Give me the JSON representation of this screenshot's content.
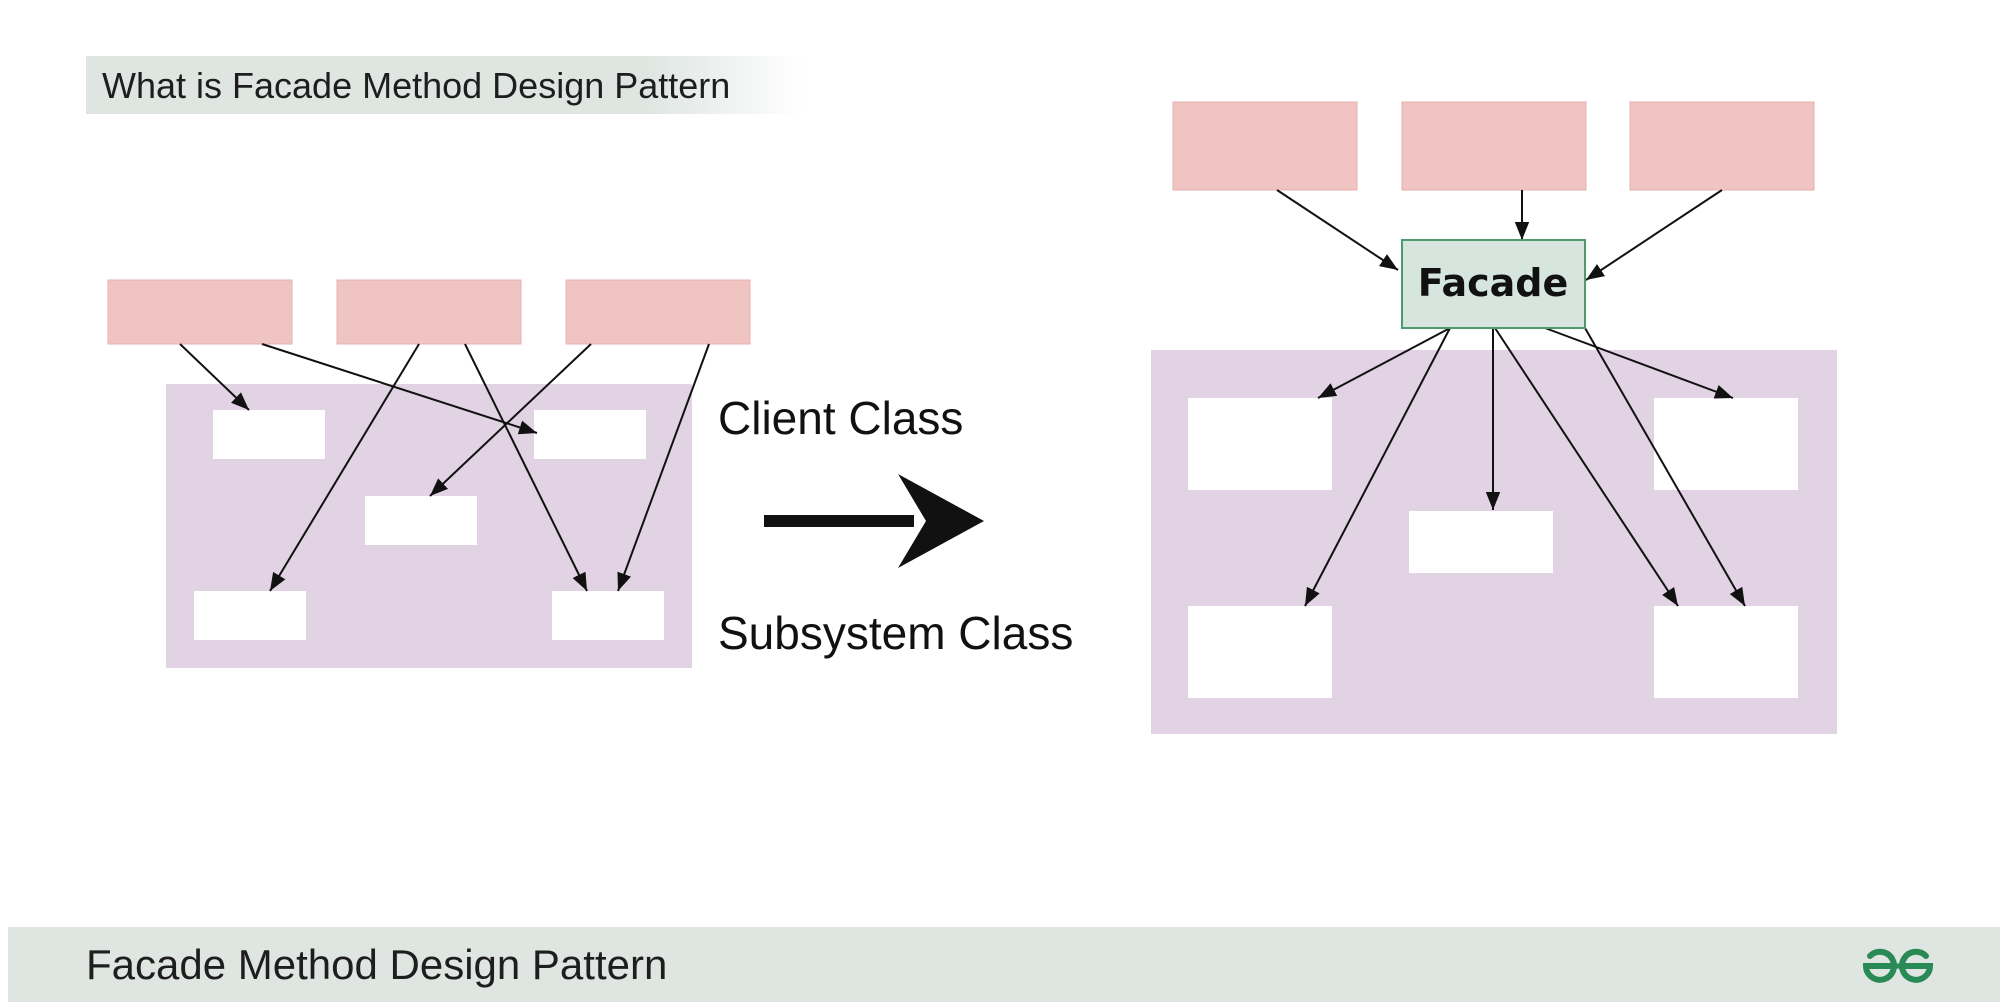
{
  "header": {
    "title": "What is Facade Method Design Pattern"
  },
  "labels": {
    "client": "Client Class",
    "subsystem": "Subsystem Class"
  },
  "facade": {
    "label": "Facade"
  },
  "footer": {
    "title": "Facade Method Design Pattern",
    "logo_icon": "gfg-logo-icon"
  },
  "colors": {
    "client_box": "#f0c4c2",
    "subsystem_area": "#e2d3e4",
    "subsystem_box": "#ffffff",
    "facade_box": "#d6e5de",
    "facade_border": "#4d9a6e",
    "footer_bg": "#dfe6e2",
    "brand_green": "#2a8a55"
  }
}
